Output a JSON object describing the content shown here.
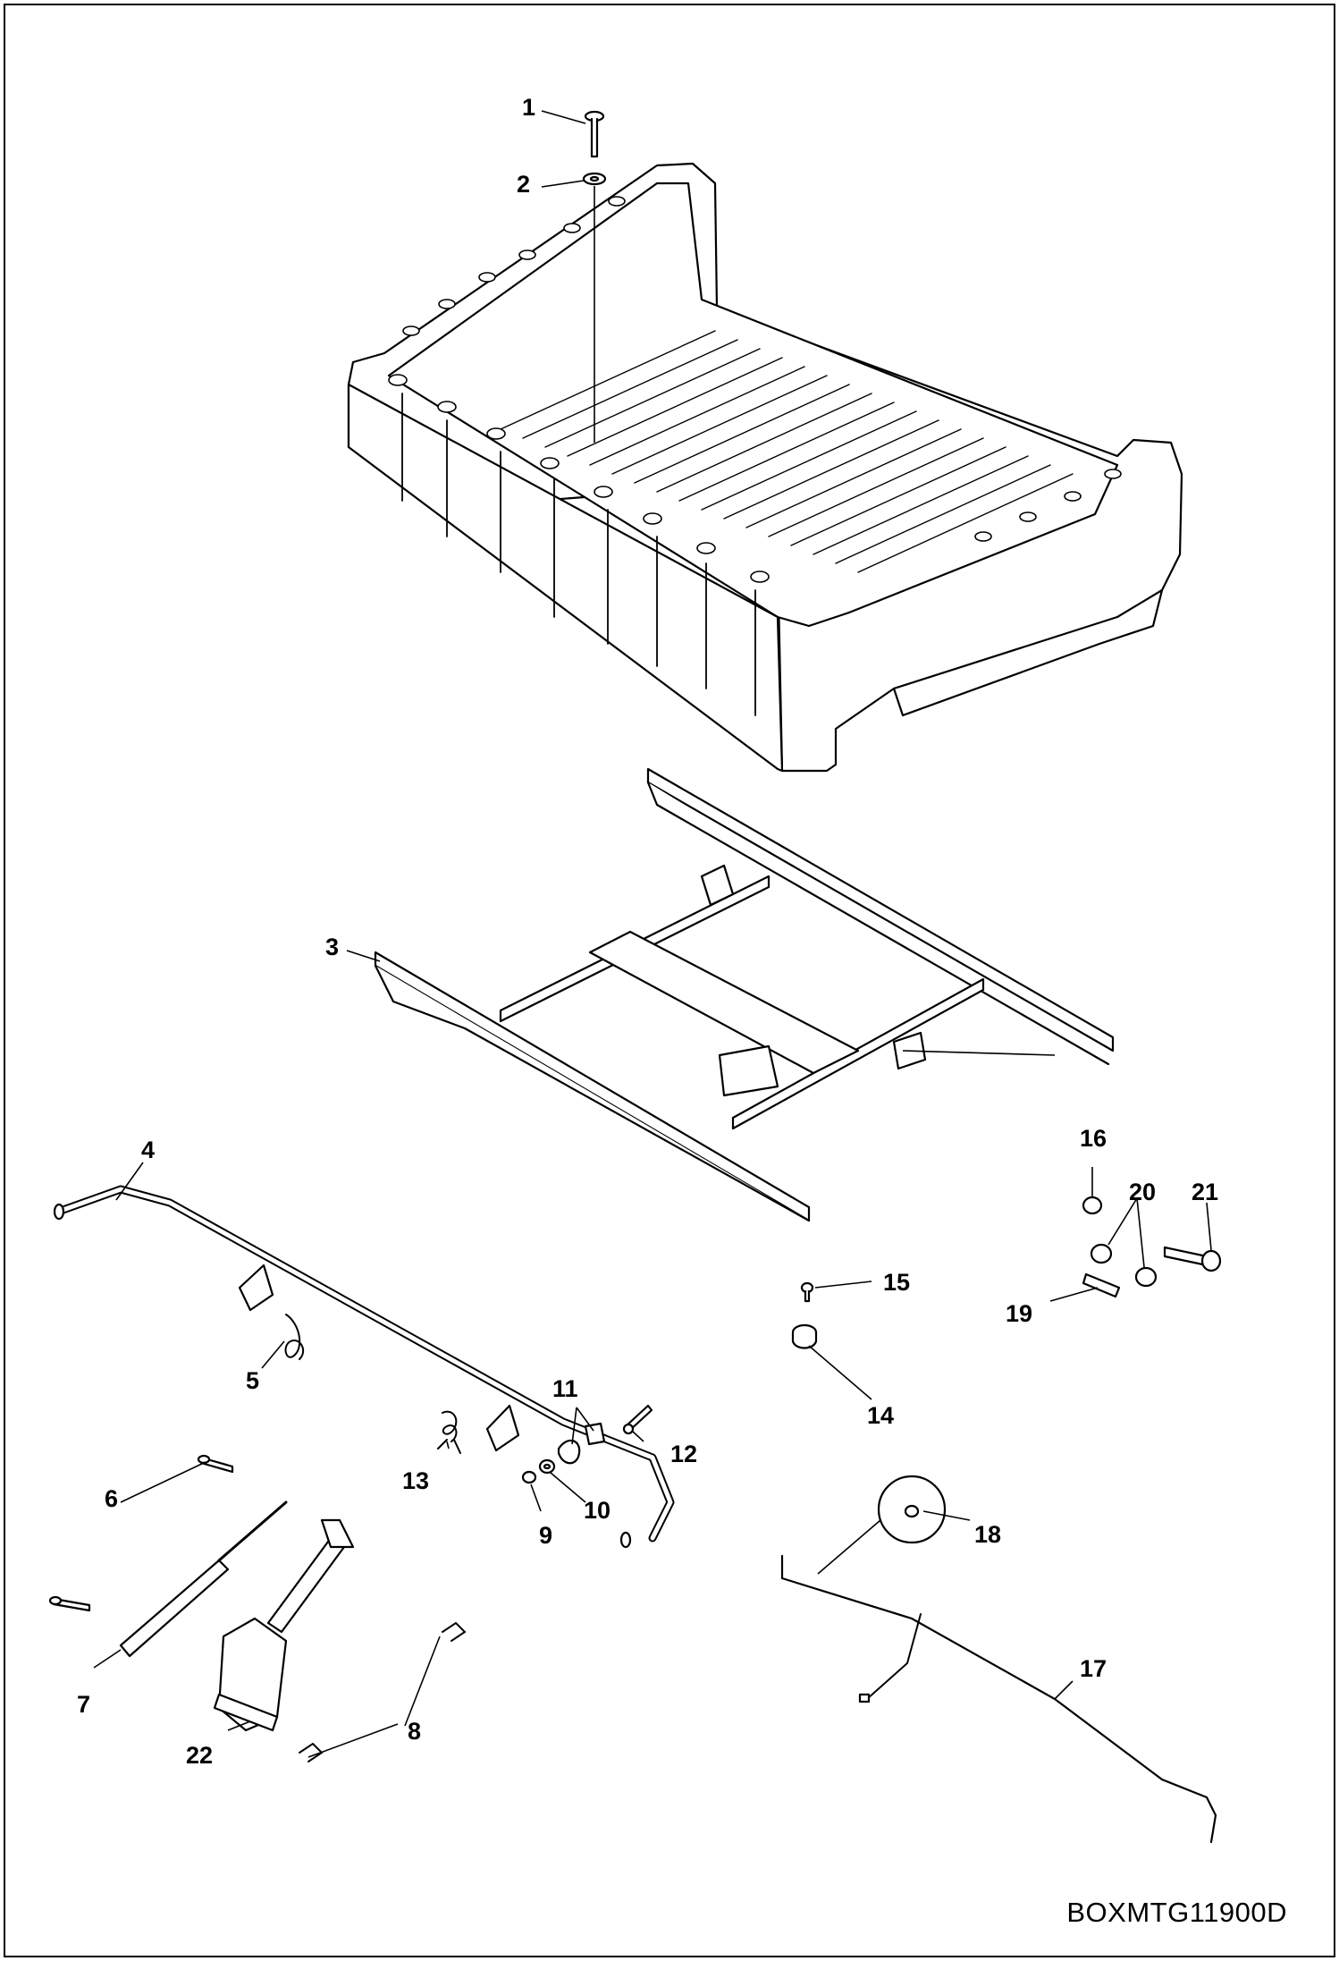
{
  "figure_code": "BOXMTG11900D",
  "callouts": [
    {
      "id": "c1",
      "number": "1"
    },
    {
      "id": "c2",
      "number": "2"
    },
    {
      "id": "c3",
      "number": "3"
    },
    {
      "id": "c4",
      "number": "4"
    },
    {
      "id": "c5",
      "number": "5"
    },
    {
      "id": "c6",
      "number": "6"
    },
    {
      "id": "c7",
      "number": "7"
    },
    {
      "id": "c8",
      "number": "8"
    },
    {
      "id": "c9",
      "number": "9"
    },
    {
      "id": "c10",
      "number": "10"
    },
    {
      "id": "c11",
      "number": "11"
    },
    {
      "id": "c12",
      "number": "12"
    },
    {
      "id": "c13",
      "number": "13"
    },
    {
      "id": "c14",
      "number": "14"
    },
    {
      "id": "c15",
      "number": "15"
    },
    {
      "id": "c16",
      "number": "16"
    },
    {
      "id": "c17",
      "number": "17"
    },
    {
      "id": "c18",
      "number": "18"
    },
    {
      "id": "c19",
      "number": "19"
    },
    {
      "id": "c20",
      "number": "20"
    },
    {
      "id": "c21",
      "number": "21"
    },
    {
      "id": "c22",
      "number": "22"
    }
  ]
}
